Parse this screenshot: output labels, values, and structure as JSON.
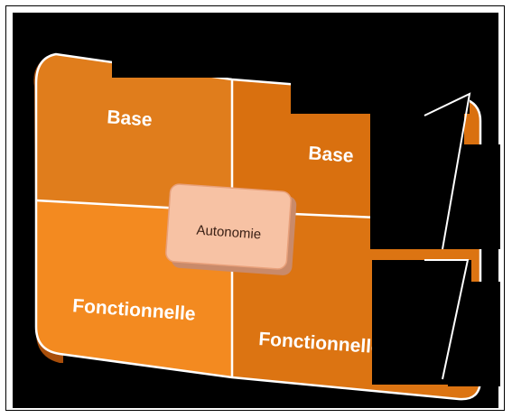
{
  "diagram": {
    "cells": {
      "top_left": "Base",
      "top_right": "Base",
      "bottom_left": "Fonctionnelle",
      "bottom_right": "Fonctionnelle"
    },
    "center_label": "Autonomie",
    "colors": {
      "top_left": "#e07d1c",
      "top_right": "#d9700f",
      "bottom_left": "#f38a20",
      "bottom_right": "#dc7412",
      "side": "#a84e0a",
      "center_fill": "#f7c2a4",
      "center_border": "#e8a07a",
      "background": "#000000"
    }
  }
}
